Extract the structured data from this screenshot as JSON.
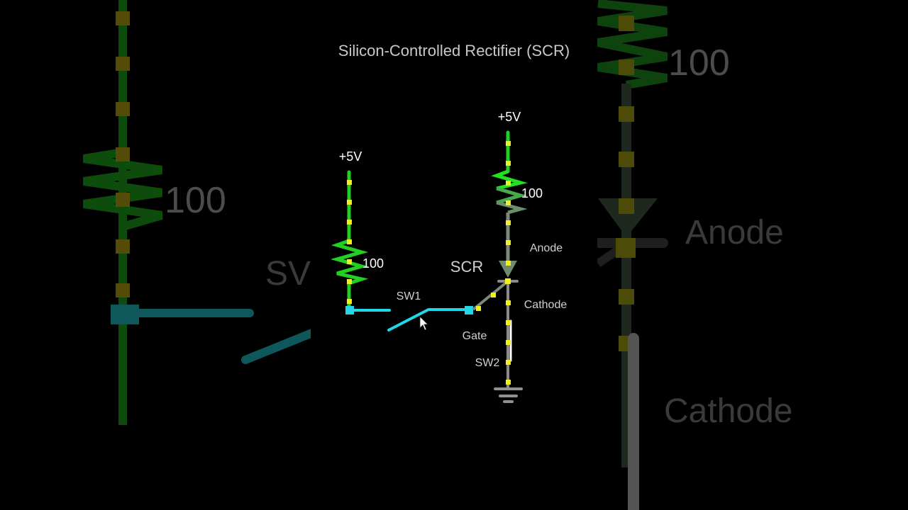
{
  "title": "Silicon-Controlled Rectifier (SCR)",
  "colors": {
    "background": "#000000",
    "title_text": "#c8c8c8",
    "label_text": "#d0d0d0",
    "supply_text": "#ffffff",
    "live_wire": "#22d022",
    "dim_wire": "#7a8a7a",
    "switch_wire": "#22d8e8",
    "node_marker": "#f0f020",
    "open_switch": "#ffffff",
    "ground": "#909090"
  },
  "left_circuit": {
    "supply_label": "+5V",
    "resistor_value": "100",
    "switch_label": "SW1",
    "switch_state": "open"
  },
  "right_circuit": {
    "supply_label": "+5V",
    "resistor_value": "100",
    "device_label": "SCR",
    "anode_label": "Anode",
    "cathode_label": "Cathode",
    "gate_label": "Gate",
    "switch_label": "SW2",
    "switch_state": "closed"
  },
  "background_zoom": {
    "left": {
      "resistor_value": "100",
      "switch_label_partial": "SV"
    },
    "right": {
      "resistor_value": "100",
      "anode_label": "Anode",
      "cathode_label": "Cathode"
    }
  },
  "cursor": "arrow-pointer"
}
